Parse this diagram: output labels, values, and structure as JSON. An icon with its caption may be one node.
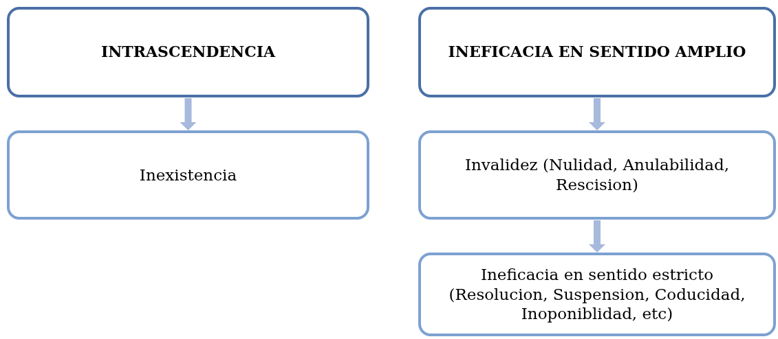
{
  "diagram": {
    "nodes": [
      {
        "text": [
          "INTRASCENDENCIA"
        ]
      },
      {
        "text": [
          "Inexistencia"
        ]
      },
      {
        "text": [
          "INEFICACIA EN SENTIDO AMPLIO"
        ]
      },
      {
        "text": [
          "Invalidez (Nulidad, Anulabilidad, Rescision)"
        ]
      },
      {
        "text": [
          "Ineficacia en sentido estricto (Resolucion, Suspension, Coducidad, Inoponiblidad, etc)"
        ]
      }
    ],
    "edges": [
      {
        "from": 0,
        "to": 1,
        "arrow": "to"
      },
      {
        "from": 2,
        "to": 3,
        "arrow": "to"
      },
      {
        "from": 3,
        "to": 4,
        "arrow": "to"
      }
    ]
  }
}
